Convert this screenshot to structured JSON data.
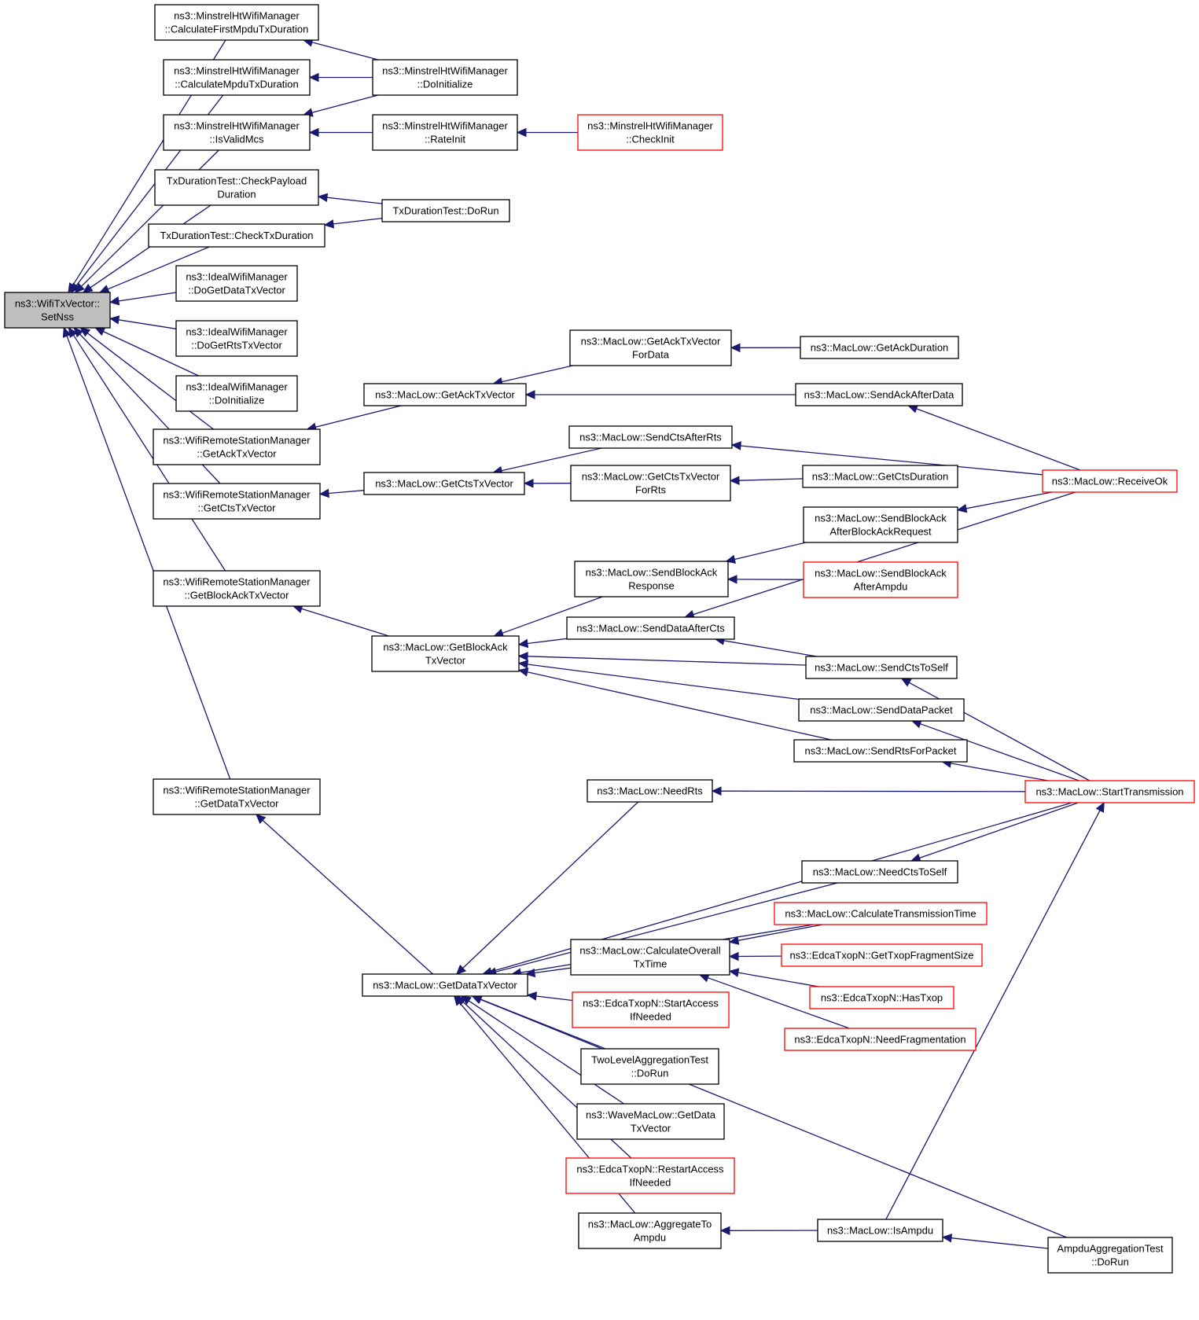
{
  "colors": {
    "edge": "#191970",
    "node_border": "#000000",
    "node_border_truncated": "#ff0000",
    "root_fill": "#bfbfbf"
  },
  "nodes": [
    {
      "id": "root",
      "lines": [
        "ns3::WifiTxVector::",
        "SetNss"
      ],
      "root": true
    },
    {
      "id": "m_first",
      "lines": [
        "ns3::MinstrelHtWifiManager",
        "::CalculateFirstMpduTxDuration"
      ]
    },
    {
      "id": "m_mpdu",
      "lines": [
        "ns3::MinstrelHtWifiManager",
        "::CalculateMpduTxDuration"
      ]
    },
    {
      "id": "m_valid",
      "lines": [
        "ns3::MinstrelHtWifiManager",
        "::IsValidMcs"
      ]
    },
    {
      "id": "m_doinit",
      "lines": [
        "ns3::MinstrelHtWifiManager",
        "::DoInitialize"
      ]
    },
    {
      "id": "m_rateinit",
      "lines": [
        "ns3::MinstrelHtWifiManager",
        "::RateInit"
      ]
    },
    {
      "id": "m_checkinit",
      "lines": [
        "ns3::MinstrelHtWifiManager",
        "::CheckInit"
      ],
      "truncated": true
    },
    {
      "id": "t_payload",
      "lines": [
        "TxDurationTest::CheckPayload",
        "Duration"
      ]
    },
    {
      "id": "t_checktx",
      "lines": [
        "TxDurationTest::CheckTxDuration"
      ]
    },
    {
      "id": "t_dorun",
      "lines": [
        "TxDurationTest::DoRun"
      ]
    },
    {
      "id": "i_data",
      "lines": [
        "ns3::IdealWifiManager",
        "::DoGetDataTxVector"
      ]
    },
    {
      "id": "i_rts",
      "lines": [
        "ns3::IdealWifiManager",
        "::DoGetRtsTxVector"
      ]
    },
    {
      "id": "i_init",
      "lines": [
        "ns3::IdealWifiManager",
        "::DoInitialize"
      ]
    },
    {
      "id": "w_ack",
      "lines": [
        "ns3::WifiRemoteStationManager",
        "::GetAckTxVector"
      ]
    },
    {
      "id": "w_cts",
      "lines": [
        "ns3::WifiRemoteStationManager",
        "::GetCtsTxVector"
      ]
    },
    {
      "id": "w_block",
      "lines": [
        "ns3::WifiRemoteStationManager",
        "::GetBlockAckTxVector"
      ]
    },
    {
      "id": "w_data",
      "lines": [
        "ns3::WifiRemoteStationManager",
        "::GetDataTxVector"
      ]
    },
    {
      "id": "ml_ack",
      "lines": [
        "ns3::MacLow::GetAckTxVector"
      ]
    },
    {
      "id": "ml_ackfor",
      "lines": [
        "ns3::MacLow::GetAckTxVector",
        "ForData"
      ]
    },
    {
      "id": "ml_ackdur",
      "lines": [
        "ns3::MacLow::GetAckDuration"
      ]
    },
    {
      "id": "ml_sendack",
      "lines": [
        "ns3::MacLow::SendAckAfterData"
      ]
    },
    {
      "id": "ml_cts",
      "lines": [
        "ns3::MacLow::GetCtsTxVector"
      ]
    },
    {
      "id": "ml_sendcts",
      "lines": [
        "ns3::MacLow::SendCtsAfterRts"
      ]
    },
    {
      "id": "ml_ctsfor",
      "lines": [
        "ns3::MacLow::GetCtsTxVector",
        "ForRts"
      ]
    },
    {
      "id": "ml_ctsdur",
      "lines": [
        "ns3::MacLow::GetCtsDuration"
      ]
    },
    {
      "id": "ml_recv",
      "lines": [
        "ns3::MacLow::ReceiveOk"
      ],
      "truncated": true
    },
    {
      "id": "ml_sbaabr",
      "lines": [
        "ns3::MacLow::SendBlockAck",
        "AfterBlockAckRequest"
      ]
    },
    {
      "id": "ml_sbar",
      "lines": [
        "ns3::MacLow::SendBlockAck",
        "Response"
      ]
    },
    {
      "id": "ml_sbaaa",
      "lines": [
        "ns3::MacLow::SendBlockAck",
        "AfterAmpdu"
      ],
      "truncated": true
    },
    {
      "id": "ml_block",
      "lines": [
        "ns3::MacLow::GetBlockAck",
        "TxVector"
      ]
    },
    {
      "id": "ml_sdac",
      "lines": [
        "ns3::MacLow::SendDataAfterCts"
      ]
    },
    {
      "id": "ml_scts",
      "lines": [
        "ns3::MacLow::SendCtsToSelf"
      ]
    },
    {
      "id": "ml_sdp",
      "lines": [
        "ns3::MacLow::SendDataPacket"
      ]
    },
    {
      "id": "ml_srts",
      "lines": [
        "ns3::MacLow::SendRtsForPacket"
      ]
    },
    {
      "id": "ml_start",
      "lines": [
        "ns3::MacLow::StartTransmission"
      ],
      "truncated": true
    },
    {
      "id": "ml_needrts",
      "lines": [
        "ns3::MacLow::NeedRts"
      ]
    },
    {
      "id": "ml_needcts",
      "lines": [
        "ns3::MacLow::NeedCtsToSelf"
      ]
    },
    {
      "id": "ml_calctx",
      "lines": [
        "ns3::MacLow::CalculateTransmissionTime"
      ],
      "truncated": true
    },
    {
      "id": "ml_calcoverall",
      "lines": [
        "ns3::MacLow::CalculateOverall",
        "TxTime"
      ]
    },
    {
      "id": "ml_data",
      "lines": [
        "ns3::MacLow::GetDataTxVector"
      ]
    },
    {
      "id": "e_frag",
      "lines": [
        "ns3::EdcaTxopN::GetTxopFragmentSize"
      ],
      "truncated": true
    },
    {
      "id": "e_has",
      "lines": [
        "ns3::EdcaTxopN::HasTxop"
      ],
      "truncated": true
    },
    {
      "id": "e_needfrag",
      "lines": [
        "ns3::EdcaTxopN::NeedFragmentation"
      ],
      "truncated": true
    },
    {
      "id": "e_start",
      "lines": [
        "ns3::EdcaTxopN::StartAccess",
        "IfNeeded"
      ],
      "truncated": true
    },
    {
      "id": "tl_dorun",
      "lines": [
        "TwoLevelAggregationTest",
        "::DoRun"
      ]
    },
    {
      "id": "wave",
      "lines": [
        "ns3::WaveMacLow::GetData",
        "TxVector"
      ]
    },
    {
      "id": "e_restart",
      "lines": [
        "ns3::EdcaTxopN::RestartAccess",
        "IfNeeded"
      ],
      "truncated": true
    },
    {
      "id": "ml_aggr",
      "lines": [
        "ns3::MacLow::AggregateTo",
        "Ampdu"
      ]
    },
    {
      "id": "ml_isampdu",
      "lines": [
        "ns3::MacLow::IsAmpdu"
      ]
    },
    {
      "id": "ampdu_test",
      "lines": [
        "AmpduAggregationTest",
        "::DoRun"
      ]
    }
  ],
  "edges": [
    [
      "m_first",
      "root"
    ],
    [
      "m_mpdu",
      "root"
    ],
    [
      "m_valid",
      "root"
    ],
    [
      "t_payload",
      "root"
    ],
    [
      "t_checktx",
      "root"
    ],
    [
      "i_data",
      "root"
    ],
    [
      "i_rts",
      "root"
    ],
    [
      "i_init",
      "root"
    ],
    [
      "w_ack",
      "root"
    ],
    [
      "w_cts",
      "root"
    ],
    [
      "w_block",
      "root"
    ],
    [
      "w_data",
      "root"
    ],
    [
      "m_doinit",
      "m_first"
    ],
    [
      "m_doinit",
      "m_mpdu"
    ],
    [
      "m_doinit",
      "m_valid"
    ],
    [
      "m_rateinit",
      "m_valid"
    ],
    [
      "m_checkinit",
      "m_rateinit"
    ],
    [
      "t_dorun",
      "t_payload"
    ],
    [
      "t_dorun",
      "t_checktx"
    ],
    [
      "ml_ack",
      "w_ack"
    ],
    [
      "ml_cts",
      "w_cts"
    ],
    [
      "ml_block",
      "w_block"
    ],
    [
      "ml_data",
      "w_data"
    ],
    [
      "ml_ackfor",
      "ml_ack"
    ],
    [
      "ml_sendack",
      "ml_ack"
    ],
    [
      "ml_ackdur",
      "ml_ackfor"
    ],
    [
      "ml_recv",
      "ml_sendack"
    ],
    [
      "ml_sendcts",
      "ml_cts"
    ],
    [
      "ml_ctsfor",
      "ml_cts"
    ],
    [
      "ml_ctsdur",
      "ml_ctsfor"
    ],
    [
      "ml_recv",
      "ml_sendcts"
    ],
    [
      "ml_recv",
      "ml_sbaabr"
    ],
    [
      "ml_sbaabr",
      "ml_sbar"
    ],
    [
      "ml_sbaaa",
      "ml_sbar"
    ],
    [
      "ml_sbar",
      "ml_block"
    ],
    [
      "ml_sdac",
      "ml_block"
    ],
    [
      "ml_scts",
      "ml_block"
    ],
    [
      "ml_sdp",
      "ml_block"
    ],
    [
      "ml_srts",
      "ml_block"
    ],
    [
      "ml_recv",
      "ml_sdac"
    ],
    [
      "ml_scts",
      "ml_sdac"
    ],
    [
      "ml_start",
      "ml_scts"
    ],
    [
      "ml_start",
      "ml_sdp"
    ],
    [
      "ml_start",
      "ml_srts"
    ],
    [
      "ml_start",
      "ml_needrts"
    ],
    [
      "ml_start",
      "ml_needcts"
    ],
    [
      "ml_needrts",
      "ml_data"
    ],
    [
      "ml_start",
      "ml_data"
    ],
    [
      "ml_needcts",
      "ml_data"
    ],
    [
      "ml_calctx",
      "ml_data"
    ],
    [
      "ml_calcoverall",
      "ml_data"
    ],
    [
      "e_start",
      "ml_data"
    ],
    [
      "tl_dorun",
      "ml_data"
    ],
    [
      "wave",
      "ml_data"
    ],
    [
      "e_restart",
      "ml_data"
    ],
    [
      "ml_aggr",
      "ml_data"
    ],
    [
      "ampdu_test",
      "ml_data"
    ],
    [
      "ml_calctx",
      "ml_calcoverall"
    ],
    [
      "e_frag",
      "ml_calcoverall"
    ],
    [
      "e_has",
      "ml_calcoverall"
    ],
    [
      "e_needfrag",
      "ml_calcoverall"
    ],
    [
      "ml_isampdu",
      "ml_aggr"
    ],
    [
      "ml_isampdu",
      "ml_start"
    ],
    [
      "ampdu_test",
      "ml_isampdu"
    ]
  ]
}
